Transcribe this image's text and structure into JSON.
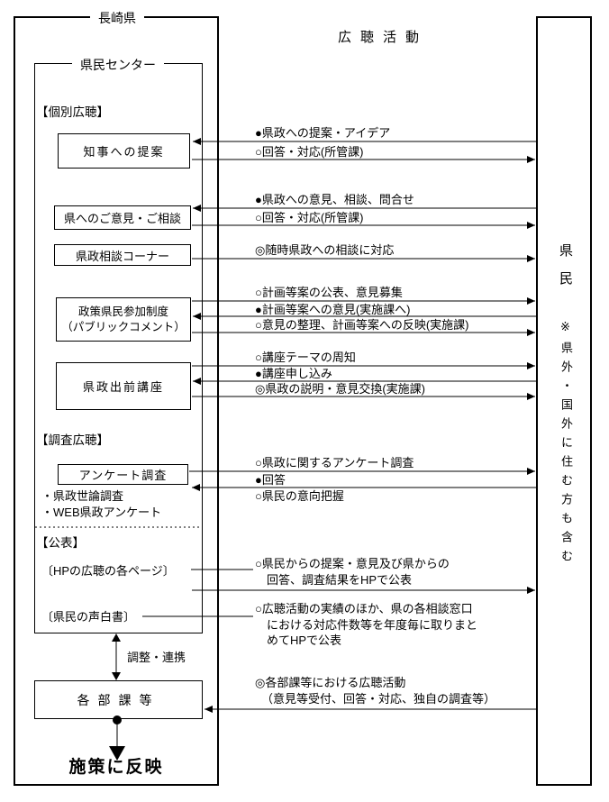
{
  "title": "広聴活動",
  "prefecture": {
    "label": "長崎県",
    "citizen_center": {
      "label": "県民センター",
      "section_individual": "【個別広聴】",
      "box_governor": "知事への提案",
      "box_opinions": "県へのご意見・ご相談",
      "box_consult": "県政相談コーナー",
      "box_public_comment_1": "政策県民参加制度",
      "box_public_comment_2": "（パブリックコメント）",
      "box_lecture": "県政出前講座",
      "section_survey": "【調査広聴】",
      "box_questionnaire": "アンケート調査",
      "survey_item_1": "・県政世論調査",
      "survey_item_2": "・WEB県政アンケート",
      "section_publication": "【公表】",
      "pub_hp": "〔HPの広聴の各ページ〕",
      "pub_whitepaper": "〔県民の声白書〕"
    },
    "coordination": "調整・連携",
    "departments": "各部課等",
    "outcome": "施策に反映"
  },
  "citizens": {
    "label": "県民",
    "note": "※県外・国外に住む方も含む"
  },
  "flows": {
    "governor_in": "●県政への提案・アイデア",
    "governor_out": "○回答・対応(所管課)",
    "opinion_in": "●県政への意見、相談、問合せ",
    "opinion_out": "○回答・対応(所管課)",
    "consult_io": "◎随時県政への相談に対応",
    "pc_publish": "○計画等案の公表、意見募集",
    "pc_opinion": "●計画等案への意見(実施課へ)",
    "pc_reflect": "○意見の整理、計画等案への反映(実施課)",
    "lecture_notice": "○講座テーマの周知",
    "lecture_apply": "●講座申し込み",
    "lecture_exchange": "◎県政の説明・意見交換(実施課)",
    "survey_conduct": "○県政に関するアンケート調査",
    "survey_answer": "●回答",
    "survey_grasp": "○県民の意向把握",
    "hp_1": "○県民からの提案・意見及び県からの",
    "hp_2": "回答、調査結果をHPで公表",
    "wp_1": "○広聴活動の実績のほか、県の各相談窓口",
    "wp_2": "における対応件数等を年度毎に取りまと",
    "wp_3": "めてHPで公表",
    "dept_1": "◎各部課等における広聴活動",
    "dept_2": "（意見等受付、回答・対応、独自の調査等）"
  }
}
